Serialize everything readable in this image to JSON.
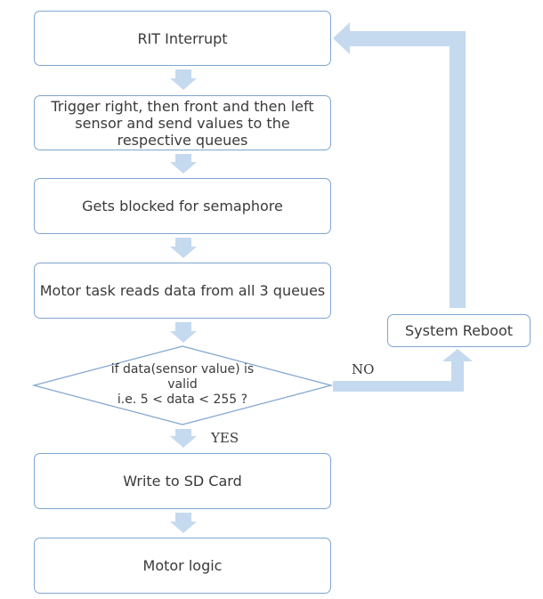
{
  "flowchart": {
    "nodes": {
      "rit_interrupt": "RIT Interrupt",
      "trigger_sensors": "Trigger right, then front and then left sensor and send values to the respective queues",
      "blocked_semaphore": "Gets blocked for semaphore",
      "motor_task_reads": "Motor task reads data from all 3 queues",
      "decision_line1": "if data(sensor value) is valid",
      "decision_line2": "i.e. 5 < data < 255 ?",
      "write_sd": "Write to SD Card",
      "motor_logic": "Motor logic",
      "system_reboot": "System Reboot"
    },
    "edges": {
      "no_label": "NO",
      "yes_label": "YES"
    }
  },
  "colors": {
    "box_border": "#7fa5cf",
    "arrow_fill": "#c5d9ef",
    "text": "#3a3a3a"
  }
}
